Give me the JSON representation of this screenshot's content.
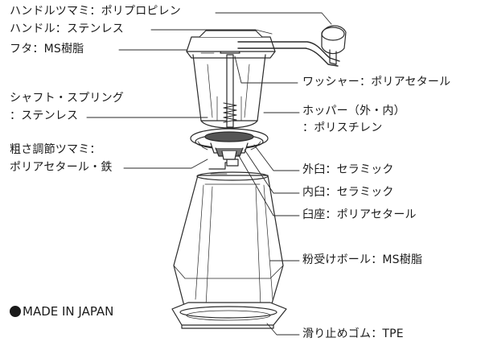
{
  "labels": {
    "handle_knob": "ハンドルツマミ：ポリプロピレン",
    "handle": "ハンドル：ステンレス",
    "lid": "フタ：MS樹脂",
    "washer": "ワッシャー：ポリアセタール",
    "shaft_spring_1": "シャフト・スプリング",
    "shaft_spring_2": "：ステンレス",
    "hopper_1": "ホッパー（外・内）",
    "hopper_2": "：ポリスチレン",
    "grind_knob_1": "粗さ調節ツマミ：",
    "grind_knob_2": "ポリアセタール・鉄",
    "outer_burr": "外臼：セラミック",
    "inner_burr": "内臼：セラミック",
    "burr_seat": "臼座：ポリアセタール",
    "powder_bowl": "粉受けボール：MS樹脂",
    "rubber_foot": "滑り止めゴム：TPE"
  },
  "made_in": "MADE IN JAPAN"
}
